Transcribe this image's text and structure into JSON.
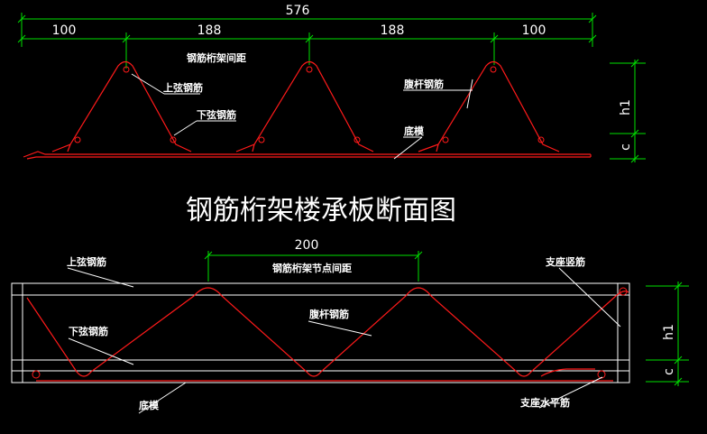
{
  "top_view": {
    "dimensions": {
      "total": "576",
      "seg1": "100",
      "seg2": "188",
      "seg3": "188",
      "seg4": "100"
    },
    "labels": {
      "spacing": "钢筋桁架间距",
      "top_chord": "上弦钢筋",
      "bottom_chord": "下弦钢筋",
      "web_bar": "腹杆钢筋",
      "base_plate": "底模"
    },
    "side_dims": {
      "h1": "h1",
      "c": "c"
    }
  },
  "title": "钢筋桁架楼承板断面图",
  "side_view": {
    "dimension": "200",
    "labels": {
      "node_spacing": "钢筋桁架节点间距",
      "top_chord": "上弦钢筋",
      "bottom_chord": "下弦钢筋",
      "web_bar": "腹杆钢筋",
      "support_vertical": "支座竖筋",
      "base_plate": "底模",
      "support_horizontal": "支座水平筋"
    },
    "side_dims": {
      "h1": "h1",
      "c": "c"
    }
  },
  "colors": {
    "background": "#000000",
    "rebar": "#ff1a1a",
    "dimension": "#00e000",
    "text": "#ffffff",
    "outline": "#ffffff"
  }
}
